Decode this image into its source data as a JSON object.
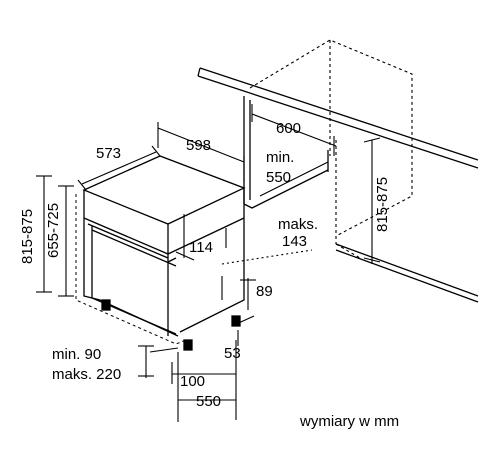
{
  "dimensions": {
    "top_depth": "573",
    "top_width": "598",
    "niche_width": "600",
    "niche_min_depth": "min.\n550",
    "niche_height": "815-875",
    "left_height_outer": "815-875",
    "left_height_inner": "655-725",
    "door_gap": "114",
    "max_depth": "maks.\n143",
    "plinth_height": "89",
    "foot_offset": "53",
    "plinth_range": "min. 90\nmaks. 220",
    "base_100": "100",
    "base_550": "550"
  },
  "note": "wymiary w mm",
  "colors": {
    "line": "#000000",
    "background": "#ffffff"
  }
}
